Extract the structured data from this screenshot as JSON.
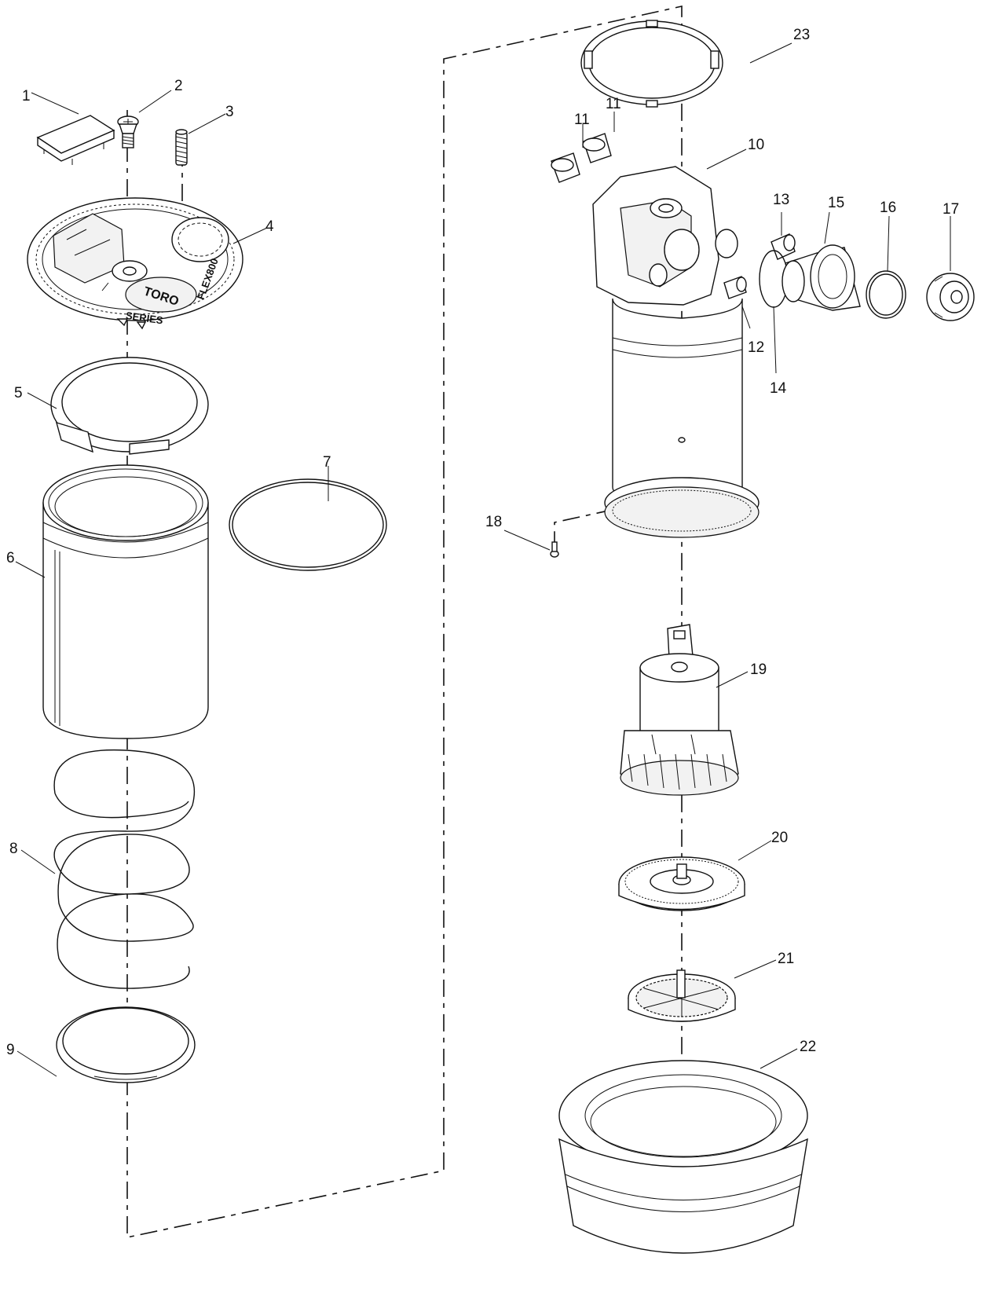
{
  "diagram": {
    "callouts": [
      "1",
      "2",
      "3",
      "4",
      "5",
      "6",
      "7",
      "8",
      "9",
      "10",
      "11",
      "11",
      "12",
      "13",
      "14",
      "15",
      "16",
      "17",
      "18",
      "19",
      "20",
      "21",
      "22",
      "23"
    ],
    "part_markings": {
      "brand": "TORO",
      "model": "FLEX800",
      "series": "SERIES"
    }
  }
}
